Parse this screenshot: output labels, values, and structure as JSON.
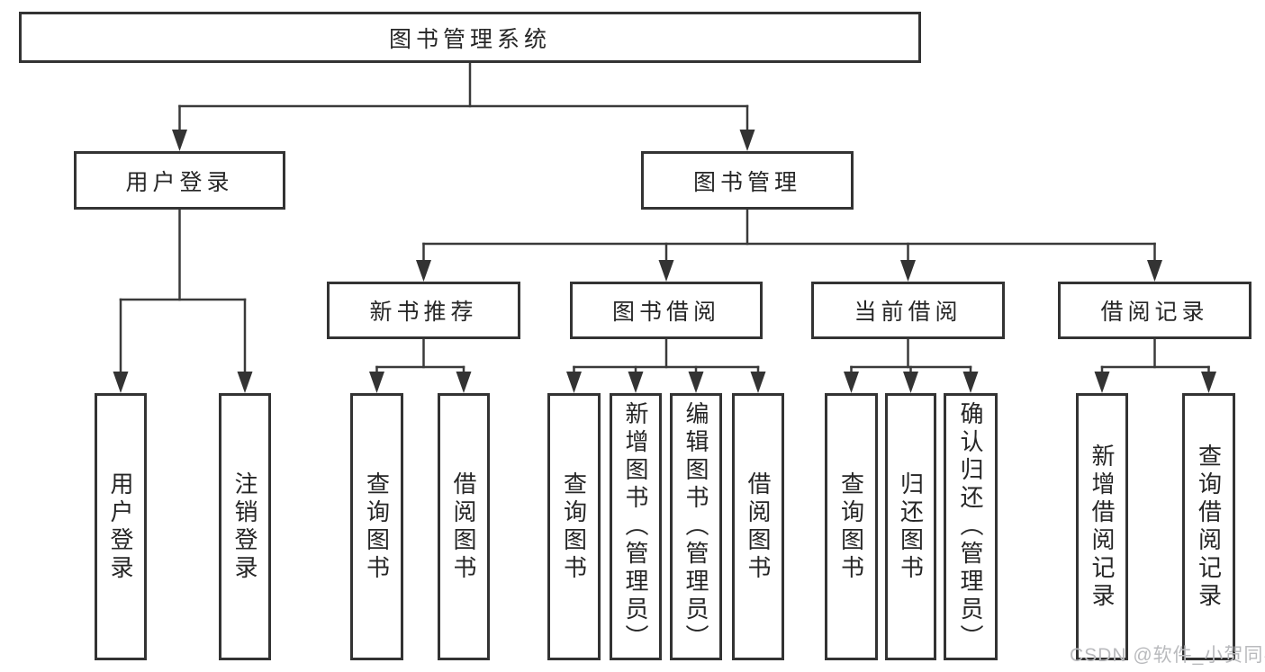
{
  "colors": {
    "line": "#3a3a3a",
    "box_border": "#333333",
    "box_background": "#ffffff",
    "text": "#262626",
    "watermark": "#b9babd"
  },
  "watermark": "CSDN @软件_小贺同学",
  "tree": {
    "label": "图书管理系统",
    "children": [
      {
        "label": "用户登录",
        "children": [
          {
            "label": "用户登录"
          },
          {
            "label": "注销登录"
          }
        ]
      },
      {
        "label": "图书管理",
        "children": [
          {
            "label": "新书推荐",
            "children": [
              {
                "label": "查询图书"
              },
              {
                "label": "借阅图书"
              }
            ]
          },
          {
            "label": "图书借阅",
            "children": [
              {
                "label": "查询图书"
              },
              {
                "label": "新增图书（管理员）"
              },
              {
                "label": "编辑图书（管理员）"
              },
              {
                "label": "借阅图书"
              }
            ]
          },
          {
            "label": "当前借阅",
            "children": [
              {
                "label": "查询图书"
              },
              {
                "label": "归还图书"
              },
              {
                "label": "确认归还（管理员）"
              }
            ]
          },
          {
            "label": "借阅记录",
            "children": [
              {
                "label": "新增借阅记录"
              },
              {
                "label": "查询借阅记录"
              }
            ]
          }
        ]
      }
    ]
  }
}
